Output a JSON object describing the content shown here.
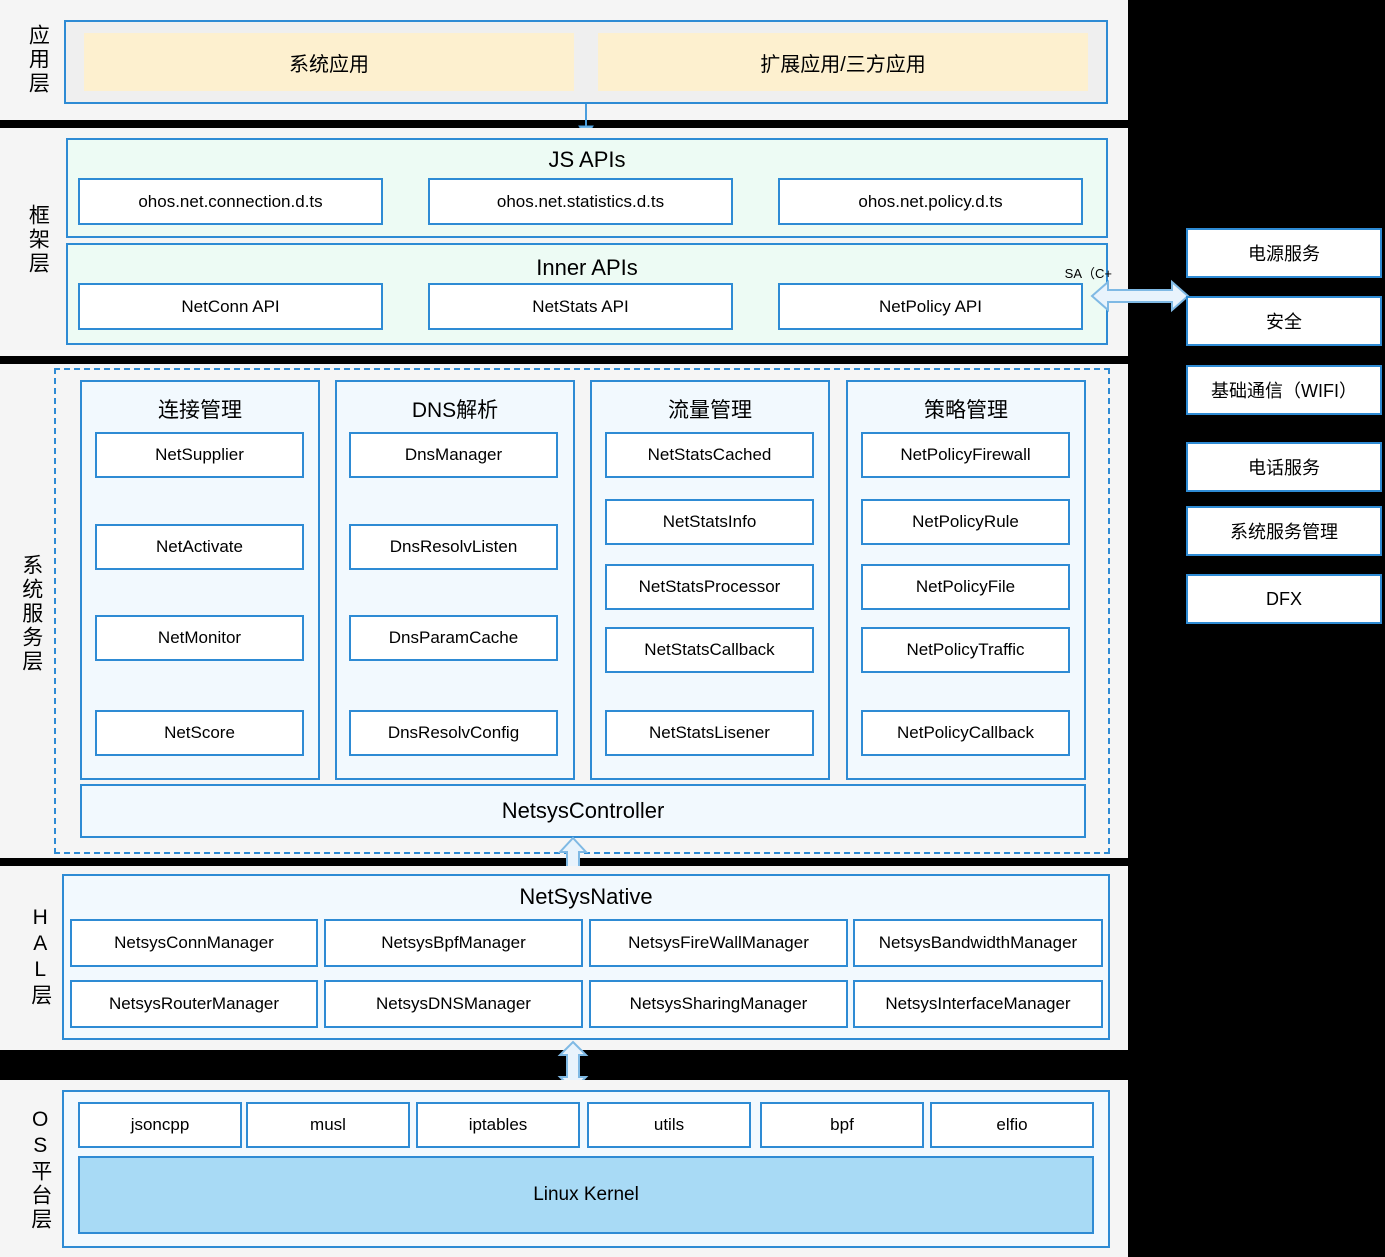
{
  "diagram": {
    "title": "OpenHarmony Network Management Subsystem Architecture",
    "colors": {
      "border": "#2E8BD4",
      "panel_bg": "#f5f5f5",
      "app_bg": "#efefef",
      "app_item_bg": "#fdf0cf",
      "api_bg": "#edfbf4",
      "service_bg": "#f2f9fe",
      "kernel_bg": "#a8daf5",
      "black_gap": "#000000"
    }
  },
  "layers": [
    {
      "id": "app-layer",
      "label": "应用层",
      "items": [
        {
          "label": "系统应用"
        },
        {
          "label": "扩展应用/三方应用"
        }
      ]
    },
    {
      "id": "framework-layer",
      "label": "框架层",
      "groups": [
        {
          "title": "JS APIs",
          "items": [
            {
              "label": "ohos.net.connection.d.ts"
            },
            {
              "label": "ohos.net.statistics.d.ts"
            },
            {
              "label": "ohos.net.policy.d.ts"
            }
          ]
        },
        {
          "title": "Inner APIs",
          "note": "SA（C+",
          "items": [
            {
              "label": "NetConn API"
            },
            {
              "label": "NetStats API"
            },
            {
              "label": "NetPolicy API"
            }
          ]
        }
      ]
    },
    {
      "id": "system-service-layer",
      "label": "系统服务层",
      "groups": [
        {
          "title": "连接管理",
          "items": [
            {
              "label": "NetSupplier"
            },
            {
              "label": "NetActivate"
            },
            {
              "label": "NetMonitor"
            },
            {
              "label": "NetScore"
            }
          ]
        },
        {
          "title": "DNS解析",
          "items": [
            {
              "label": "DnsManager"
            },
            {
              "label": "DnsResolvListen"
            },
            {
              "label": "DnsParamCache"
            },
            {
              "label": "DnsResolvConfig"
            }
          ]
        },
        {
          "title": "流量管理",
          "items": [
            {
              "label": "NetStatsCached"
            },
            {
              "label": "NetStatsInfo"
            },
            {
              "label": "NetStatsProcessor"
            },
            {
              "label": "NetStatsCallback"
            },
            {
              "label": "NetStatsLisener"
            }
          ]
        },
        {
          "title": "策略管理",
          "items": [
            {
              "label": "NetPolicyFirewall"
            },
            {
              "label": "NetPolicyRule"
            },
            {
              "label": "NetPolicyFile"
            },
            {
              "label": "NetPolicyTraffic"
            },
            {
              "label": "NetPolicyCallback"
            }
          ]
        }
      ],
      "controller": {
        "label": "NetsysController"
      }
    },
    {
      "id": "hal-layer",
      "label": "HAL层",
      "group": {
        "title": "NetSysNative",
        "items": [
          {
            "label": "NetsysConnManager"
          },
          {
            "label": "NetsysBpfManager"
          },
          {
            "label": "NetsysFireWallManager"
          },
          {
            "label": "NetsysBandwidthManager"
          },
          {
            "label": "NetsysRouterManager"
          },
          {
            "label": "NetsysDNSManager"
          },
          {
            "label": "NetsysSharingManager"
          },
          {
            "label": "NetsysInterfaceManager"
          }
        ]
      }
    },
    {
      "id": "os-layer",
      "label": "OS平台层",
      "libs": [
        {
          "label": "jsoncpp"
        },
        {
          "label": "musl"
        },
        {
          "label": "iptables"
        },
        {
          "label": "utils"
        },
        {
          "label": "bpf"
        },
        {
          "label": "elfio"
        }
      ],
      "kernel": {
        "label": "Linux Kernel"
      }
    }
  ],
  "external_services": [
    {
      "label": "电源服务"
    },
    {
      "label": "安全"
    },
    {
      "label": "基础通信（WIFI）"
    },
    {
      "label": "电话服务"
    },
    {
      "label": "系统服务管理"
    },
    {
      "label": "DFX"
    }
  ]
}
